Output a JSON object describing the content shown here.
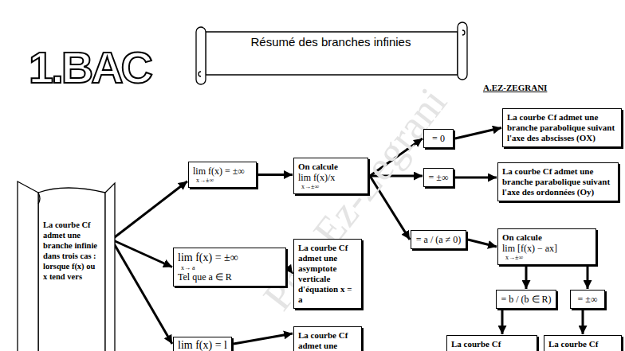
{
  "diagram": {
    "title": "Résumé des branches infinies",
    "nodes": [
      {
        "text": [
          "La courbe Cf admet une branche infinie dans trois cas : lorsque f(x) ou x tend vers"
        ]
      },
      {
        "text": [
          "lim f(x) = ±∞",
          "x→±∞"
        ]
      },
      {
        "text": [
          "On calcule",
          "lim f(x)/x",
          "x→±∞"
        ]
      },
      {
        "text": [
          "= 0"
        ]
      },
      {
        "text": [
          "La courbe Cf admet une branche parabolique suivant l'axe des abscisses (OX)"
        ]
      },
      {
        "text": [
          "= ±∞"
        ]
      },
      {
        "text": [
          "La courbe Cf admet une branche parabolique suivant l'axe des ordonnées (Oy)"
        ]
      },
      {
        "text": [
          "= a / (a ≠ 0)"
        ]
      },
      {
        "text": [
          "On calcule",
          "lim [f(x) − ax]",
          "x→±∞"
        ]
      },
      {
        "text": [
          "= b / (b ∈ R)"
        ]
      },
      {
        "text": [
          "= ±∞"
        ]
      },
      {
        "text": [
          "La courbe Cf"
        ]
      },
      {
        "text": [
          "La courbe Cf"
        ]
      },
      {
        "text": [
          "lim f(x) = ±∞",
          "x→ a",
          "Tel que a ∈ R"
        ]
      },
      {
        "text": [
          "La courbe Cf admet une asymptote verticale d'équation x = a"
        ]
      },
      {
        "text": [
          "lim f(x) = l"
        ]
      },
      {
        "text": [
          "La courbe Cf admet une"
        ]
      }
    ],
    "edges": [
      {
        "from": 0,
        "to": 1,
        "arrow": "to"
      },
      {
        "from": 0,
        "to": 13,
        "arrow": "to"
      },
      {
        "from": 0,
        "to": 15,
        "arrow": "to"
      },
      {
        "from": 1,
        "to": 2,
        "arrow": "to"
      },
      {
        "from": 2,
        "to": 3,
        "arrow": "to"
      },
      {
        "from": 2,
        "to": 5,
        "arrow": "to"
      },
      {
        "from": 2,
        "to": 7,
        "arrow": "to"
      },
      {
        "from": 3,
        "to": 4,
        "arrow": "to"
      },
      {
        "from": 5,
        "to": 6,
        "arrow": "to"
      },
      {
        "from": 7,
        "to": 8,
        "arrow": "to"
      },
      {
        "from": 8,
        "to": 9,
        "arrow": "to"
      },
      {
        "from": 8,
        "to": 10,
        "arrow": "to"
      },
      {
        "from": 9,
        "to": 11,
        "arrow": "to"
      },
      {
        "from": 10,
        "to": 12,
        "arrow": "to"
      },
      {
        "from": 13,
        "to": 14,
        "arrow": "to"
      },
      {
        "from": 15,
        "to": 16,
        "arrow": "to"
      }
    ],
    "labels": [
      "1.BAC",
      "A.EZ-ZEGRANI",
      "Prof.Ez-Zegrani"
    ]
  }
}
